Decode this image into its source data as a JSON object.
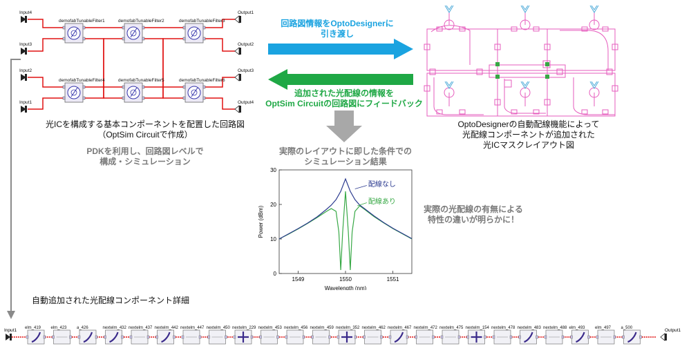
{
  "schematic": {
    "filters": [
      "demofabTunableFilter1",
      "demofabTunableFilter2",
      "demofabTunableFilter3",
      "demofabTunableFilter4",
      "demofabTunableFilter5",
      "demofabTunableFilter6"
    ],
    "inputs": [
      "Input4",
      "Input3",
      "Input2",
      "Input1"
    ],
    "outputs": [
      "Output1",
      "Output2",
      "Output3",
      "Output4"
    ],
    "caption": [
      "光ICを構成する基本コンポーネントを配置した回路図",
      "（OptSim Circuitで作成）"
    ],
    "note": [
      "PDKを利用し、回路図レベルで",
      "構成・シミュレーション"
    ]
  },
  "arrows": {
    "to_designer": [
      "回路図情報をOptoDesignerに",
      "引き渡し"
    ],
    "feedback": [
      "追加された光配線の情報を",
      "OptSim Circuitの回路図にフィードバック"
    ],
    "blue": "#1aa3e0",
    "green": "#1fa845",
    "gray": "#a8a8a8"
  },
  "layout_caption": [
    "OptoDesignerの自動配線機能によって",
    "光配線コンポーネントが追加された",
    "光ICマスクレイアウト図"
  ],
  "sim_caption": [
    "実際のレイアウトに即した条件での",
    "シミュレーション結果"
  ],
  "sim_note": [
    "実際の光配線の有無による",
    "特性の違いが明らかに！"
  ],
  "detail_caption": "自動追加された光配線コンポーネント詳細",
  "detail_chain": {
    "input": "Input1",
    "output": "Output1",
    "elements": [
      "elm_419",
      "elm_423",
      "a_426",
      "nextelm_432",
      "nextelm_437",
      "nextelm_442",
      "nextelm_447",
      "nextelm_450",
      "nextelm_229",
      "nextelm_453",
      "nextelm_456",
      "nextelm_459",
      "nextelm_352",
      "nextelm_462",
      "nextelm_467",
      "nextelm_472",
      "nextelm_475",
      "nextelm_154",
      "nextelm_478",
      "nextelm_483",
      "nextelm_488",
      "elm_493",
      "elm_497",
      "a_500"
    ],
    "icons": [
      "bend",
      "wg",
      "bend",
      "bend",
      "wg",
      "bend",
      "wg",
      "wg",
      "cross",
      "wg",
      "wg",
      "wg",
      "cross",
      "wg",
      "bend",
      "wg",
      "wg",
      "cross",
      "wg",
      "bend",
      "wg",
      "bend",
      "wg",
      "bend"
    ]
  },
  "chart_data": {
    "type": "line",
    "xlabel": "Wavelength (nm)",
    "ylabel": "Power (dBm)",
    "xlim": [
      1548.6,
      1551.4
    ],
    "ylim": [
      0,
      30
    ],
    "xticks": [
      1549,
      1550,
      1551
    ],
    "yticks": [
      0,
      10,
      20,
      30
    ],
    "series": [
      {
        "name": "配線なし",
        "color": "#2b3a8f",
        "x": [
          1548.6,
          1548.8,
          1549.0,
          1549.2,
          1549.4,
          1549.6,
          1549.7,
          1549.8,
          1549.9,
          1550.0,
          1550.1,
          1550.2,
          1550.3,
          1550.4,
          1550.6,
          1550.8,
          1551.0,
          1551.2,
          1551.4
        ],
        "y": [
          10.0,
          11.5,
          13.0,
          14.6,
          16.4,
          18.6,
          19.8,
          21.4,
          23.8,
          27.4,
          23.8,
          21.4,
          19.8,
          18.8,
          16.7,
          14.8,
          13.1,
          11.6,
          10.1
        ]
      },
      {
        "name": "配線あり",
        "color": "#37a845",
        "x": [
          1548.6,
          1548.8,
          1549.0,
          1549.2,
          1549.4,
          1549.6,
          1549.7,
          1549.8,
          1549.86,
          1549.9,
          1549.94,
          1550.0,
          1550.06,
          1550.1,
          1550.14,
          1550.2,
          1550.3,
          1550.4,
          1550.6,
          1550.8,
          1551.0,
          1551.2,
          1551.4
        ],
        "y": [
          10.0,
          11.4,
          12.9,
          14.5,
          16.2,
          18.0,
          18.8,
          18.0,
          12.0,
          1.0,
          12.0,
          23.8,
          12.0,
          1.0,
          12.0,
          18.0,
          19.6,
          18.6,
          16.5,
          14.7,
          13.0,
          11.5,
          10.0
        ]
      }
    ]
  }
}
